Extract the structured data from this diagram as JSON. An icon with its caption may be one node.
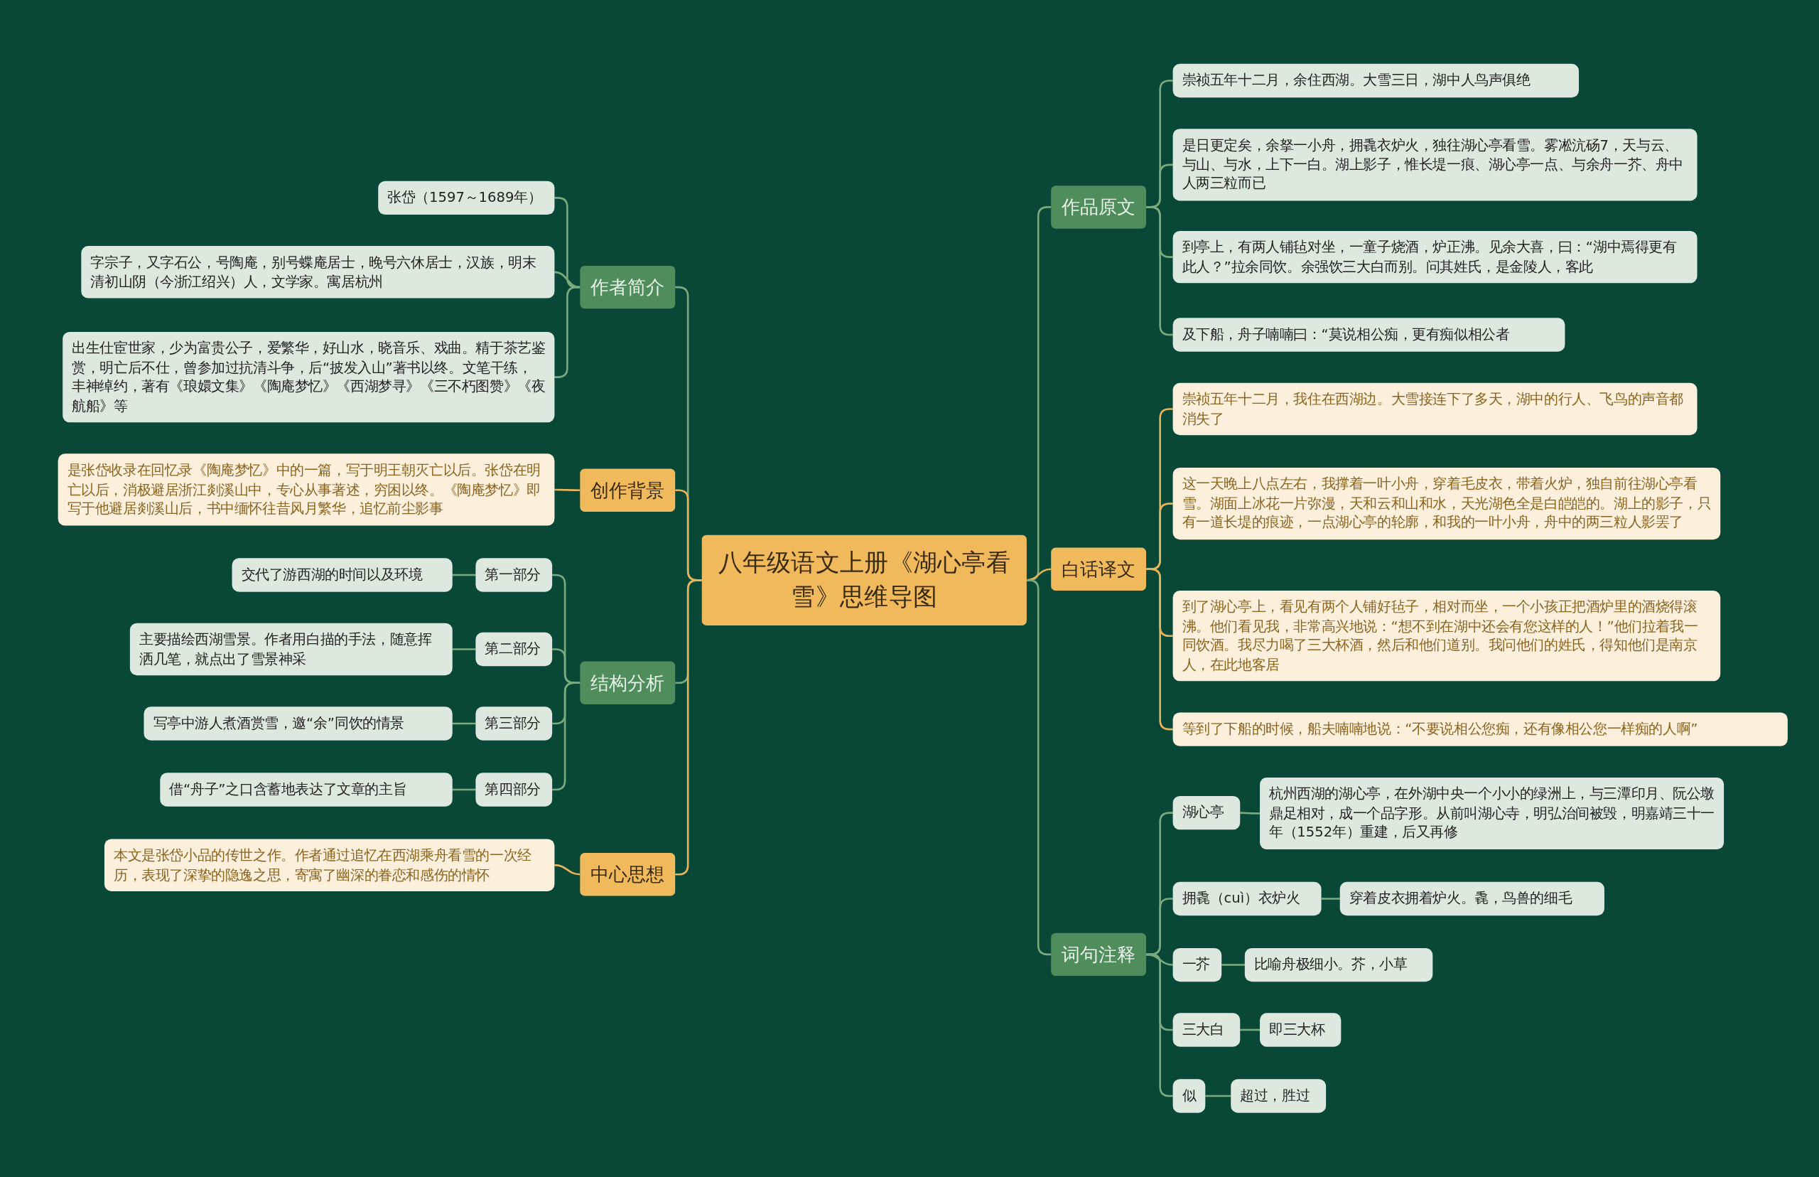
{
  "diagram": {
    "nodes": [
      {
        "text": [
          "八年级语文上册《湖心亭看雪》思维导图"
        ]
      },
      {
        "text": [
          "作者简介"
        ]
      },
      {
        "text": [
          "张岱（1597～1689年）"
        ]
      },
      {
        "text": [
          "字宗子，又字石公，号陶庵，别号蝶庵居士，晚号六休居士，汉族，明末清初山阴（今浙江绍兴）人，文学家。寓居杭州"
        ]
      },
      {
        "text": [
          "出生仕宦世家，少为富贵公子，爱繁华，好山水，晓音乐、戏曲。精于茶艺鉴赏，明亡后不仕，曾参加过抗清斗争，后“披发入山”著书以终。文笔干练，丰神绰约，著有《琅嬛文集》《陶庵梦忆》《西湖梦寻》《三不朽图赞》《夜航船》等"
        ]
      },
      {
        "text": [
          "创作背景"
        ]
      },
      {
        "text": [
          "是张岱收录在回忆录《陶庵梦忆》中的一篇，写于明王朝灭亡以后。张岱在明亡以后，消极避居浙江剡溪山中，专心从事著述，穷困以终。《陶庵梦忆》即写于他避居剡溪山后，书中缅怀往昔风月繁华，追忆前尘影事"
        ]
      },
      {
        "text": [
          "结构分析"
        ]
      },
      {
        "text": [
          "第一部分"
        ]
      },
      {
        "text": [
          "交代了游西湖的时间以及环境"
        ]
      },
      {
        "text": [
          "第二部分"
        ]
      },
      {
        "text": [
          "主要描绘西湖雪景。作者用白描的手法，随意挥洒几笔，就点出了雪景神采"
        ]
      },
      {
        "text": [
          "第三部分"
        ]
      },
      {
        "text": [
          "写亭中游人煮酒赏雪，邀“余”同饮的情景"
        ]
      },
      {
        "text": [
          "第四部分"
        ]
      },
      {
        "text": [
          "借“舟子”之口含蓄地表达了文章的主旨"
        ]
      },
      {
        "text": [
          "中心思想"
        ]
      },
      {
        "text": [
          "本文是张岱小品的传世之作。作者通过追忆在西湖乘舟看雪的一次经历，表现了深挚的隐逸之思，寄寓了幽深的眷恋和感伤的情怀"
        ]
      },
      {
        "text": [
          "作品原文"
        ]
      },
      {
        "text": [
          "崇祯五年十二月，余住西湖。大雪三日，湖中人鸟声俱绝"
        ]
      },
      {
        "text": [
          "是日更定矣，余拏一小舟，拥毳衣炉火，独往湖心亭看雪。雾凇沆砀7，天与云、与山、与水，上下一白。湖上影子，惟长堤一痕、湖心亭一点、与余舟一芥、舟中人两三粒而已"
        ]
      },
      {
        "text": [
          "到亭上，有两人铺毡对坐，一童子烧酒，炉正沸。见余大喜，曰：“湖中焉得更有此人？”拉余同饮。余强饮三大白而别。问其姓氏，是金陵人，客此"
        ]
      },
      {
        "text": [
          "及下船，舟子喃喃曰：“莫说相公痴，更有痴似相公者"
        ]
      },
      {
        "text": [
          "白话译文"
        ]
      },
      {
        "text": [
          "崇祯五年十二月，我住在西湖边。大雪接连下了多天，湖中的行人、飞鸟的声音都消失了"
        ]
      },
      {
        "text": [
          "这一天晚上八点左右，我撑着一叶小舟，穿着毛皮衣，带着火炉，独自前往湖心亭看雪。湖面上冰花一片弥漫，天和云和山和水，天光湖色全是白皑皑的。湖上的影子，只有一道长堤的痕迹，一点湖心亭的轮廓，和我的一叶小舟，舟中的两三粒人影罢了"
        ]
      },
      {
        "text": [
          "到了湖心亭上，看见有两个人铺好毡子，相对而坐，一个小孩正把酒炉里的酒烧得滚沸。他们看见我，非常高兴地说：“想不到在湖中还会有您这样的人！”他们拉着我一同饮酒。我尽力喝了三大杯酒，然后和他们道别。我问他们的姓氏，得知他们是南京人，在此地客居"
        ]
      },
      {
        "text": [
          "等到了下船的时候，船夫喃喃地说：“不要说相公您痴，还有像相公您一样痴的人啊”"
        ]
      },
      {
        "text": [
          "词句注释"
        ]
      },
      {
        "text": [
          "湖心亭"
        ]
      },
      {
        "text": [
          "杭州西湖的湖心亭，在外湖中央一个小小的绿洲上，与三潭印月、阮公墩鼎足相对，成一个品字形。从前叫湖心寺，明弘治间被毁，明嘉靖三十一年（1552年）重建，后又再修"
        ]
      },
      {
        "text": [
          "拥毳（cuì）衣炉火"
        ]
      },
      {
        "text": [
          "穿着皮衣拥着炉火。毳，鸟兽的细毛"
        ]
      },
      {
        "text": [
          "一芥"
        ]
      },
      {
        "text": [
          "比喻舟极细小。芥，小草"
        ]
      },
      {
        "text": [
          "三大白"
        ]
      },
      {
        "text": [
          "即三大杯"
        ]
      },
      {
        "text": [
          "似"
        ]
      },
      {
        "text": [
          "超过，胜过"
        ]
      }
    ],
    "edges": [
      {
        "from": 0,
        "to": 1,
        "arrow": "none"
      },
      {
        "from": 1,
        "to": 2,
        "arrow": "none"
      },
      {
        "from": 1,
        "to": 3,
        "arrow": "none"
      },
      {
        "from": 1,
        "to": 4,
        "arrow": "none"
      },
      {
        "from": 0,
        "to": 5,
        "arrow": "none",
        "color": "#e8b35a"
      },
      {
        "from": 5,
        "to": 6,
        "arrow": "none",
        "color": "#e8b35a"
      },
      {
        "from": 0,
        "to": 7,
        "arrow": "none"
      },
      {
        "from": 7,
        "to": 8,
        "arrow": "none"
      },
      {
        "from": 7,
        "to": 10,
        "arrow": "none"
      },
      {
        "from": 7,
        "to": 12,
        "arrow": "none"
      },
      {
        "from": 7,
        "to": 14,
        "arrow": "none"
      },
      {
        "from": 8,
        "to": 9,
        "arrow": "none"
      },
      {
        "from": 10,
        "to": 11,
        "arrow": "none"
      },
      {
        "from": 12,
        "to": 13,
        "arrow": "none"
      },
      {
        "from": 14,
        "to": 15,
        "arrow": "none"
      },
      {
        "from": 0,
        "to": 16,
        "arrow": "none",
        "color": "#e8b35a"
      },
      {
        "from": 16,
        "to": 17,
        "arrow": "none",
        "color": "#e8b35a"
      },
      {
        "from": 0,
        "to": 18,
        "arrow": "none"
      },
      {
        "from": 18,
        "to": 19,
        "arrow": "none"
      },
      {
        "from": 18,
        "to": 20,
        "arrow": "none"
      },
      {
        "from": 18,
        "to": 21,
        "arrow": "none"
      },
      {
        "from": 18,
        "to": 22,
        "arrow": "none"
      },
      {
        "from": 0,
        "to": 23,
        "arrow": "none",
        "color": "#e8b35a"
      },
      {
        "from": 23,
        "to": 24,
        "arrow": "none",
        "color": "#e8b35a"
      },
      {
        "from": 23,
        "to": 25,
        "arrow": "none",
        "color": "#e8b35a"
      },
      {
        "from": 23,
        "to": 26,
        "arrow": "none",
        "color": "#e8b35a"
      },
      {
        "from": 23,
        "to": 27,
        "arrow": "none",
        "color": "#e8b35a"
      },
      {
        "from": 0,
        "to": 28,
        "arrow": "none"
      },
      {
        "from": 28,
        "to": 29,
        "arrow": "none"
      },
      {
        "from": 28,
        "to": 31,
        "arrow": "none"
      },
      {
        "from": 28,
        "to": 33,
        "arrow": "none"
      },
      {
        "from": 28,
        "to": 35,
        "arrow": "none"
      },
      {
        "from": 28,
        "to": 37,
        "arrow": "none"
      },
      {
        "from": 29,
        "to": 30,
        "arrow": "none"
      },
      {
        "from": 31,
        "to": 32,
        "arrow": "none"
      },
      {
        "from": 33,
        "to": 34,
        "arrow": "none"
      },
      {
        "from": 35,
        "to": 36,
        "arrow": "none"
      },
      {
        "from": 37,
        "to": 38,
        "arrow": "none"
      }
    ]
  }
}
